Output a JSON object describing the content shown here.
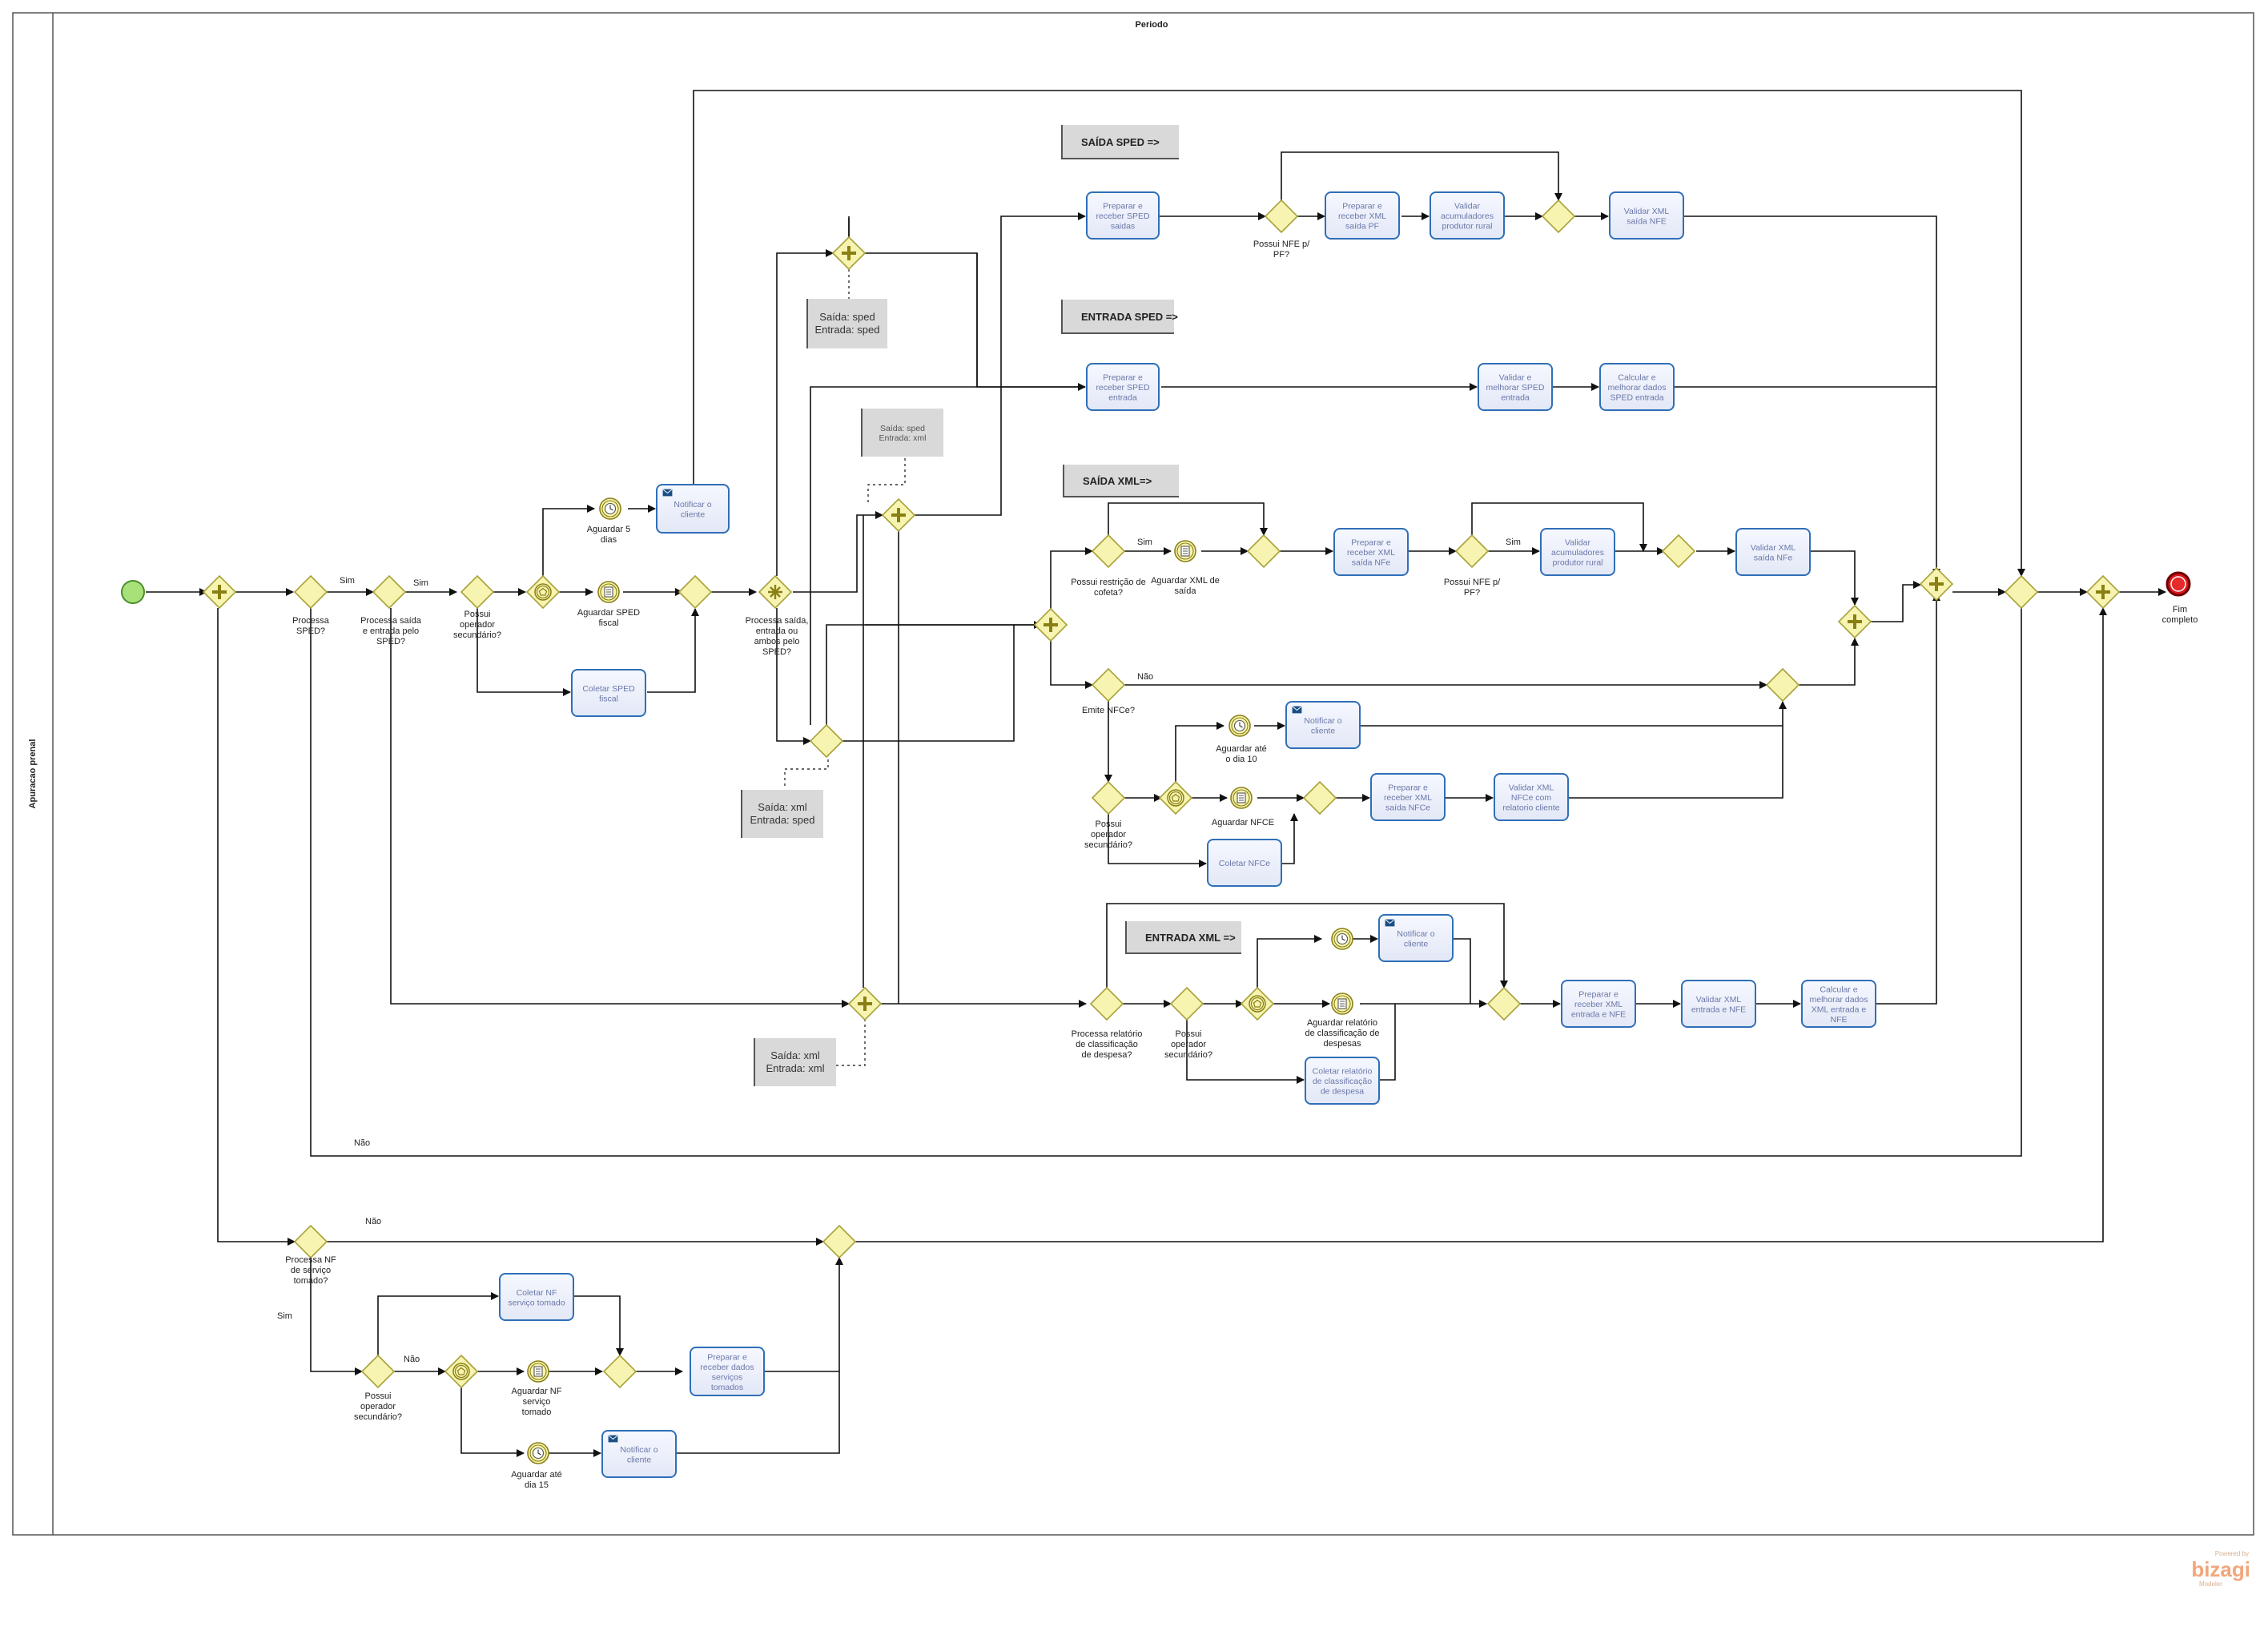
{
  "diagram": {
    "pool_title": "Agrupamento Período",
    "lane_title": "Periodo",
    "vertical_lane": "Apuracao prenal",
    "brand": {
      "powered": "Powered by",
      "name": "bizagi",
      "product": "Modeler"
    },
    "colors": {
      "task_fill": "#eef1fb",
      "task_stroke": "#2f6fb7",
      "gateway_fill": "#f6f4b0",
      "gateway_stroke": "#a9a23a",
      "start": "#9ed96e",
      "end": "#d9161b",
      "artifact": "#d9d9d9"
    }
  },
  "headers": {
    "saida_sped": "SAÍDA SPED =>",
    "entrada_sped": "ENTRADA SPED =>",
    "saida_xml": "SAÍDA XML=>",
    "entrada_xml": "ENTRADA XML =>"
  },
  "artifacts": {
    "a1": [
      "Saída: sped",
      "Entrada: sped"
    ],
    "a2": [
      "Saída: sped",
      "Entrada: xml"
    ],
    "a3": [
      "Saída: xml",
      "Entrada: sped"
    ],
    "a4": [
      "Saída: xml",
      "Entrada: xml"
    ]
  },
  "tasks": {
    "t_sped_saidas": [
      "Preparar e",
      "receber SPED",
      "saidas"
    ],
    "t_xml_pf": [
      "Preparar e",
      "receber XML",
      "saída PF"
    ],
    "t_acum_pr1": [
      "Validar",
      "acumuladores",
      "produtor rural"
    ],
    "t_val_xml_nfe1": [
      "Validar XML",
      "saída NFE"
    ],
    "t_sped_entrada": [
      "Preparar e",
      "receber SPED",
      "entrada"
    ],
    "t_val_sped_ent": [
      "Validar e",
      "melhorar SPED",
      "entrada"
    ],
    "t_calc_sped_ent": [
      "Calcular e",
      "melhorar dados",
      "SPED entrada"
    ],
    "t_notificar1": [
      "Notificar o",
      "cliente"
    ],
    "t_coletar_sped": [
      "Coletar SPED",
      "fiscal"
    ],
    "t_xml_nfe": [
      "Preparar e",
      "receber XML",
      "saída NFe"
    ],
    "t_acum_pr2": [
      "Validar",
      "acumuladores",
      "produtor rural"
    ],
    "t_val_xml_nfe2": [
      "Validar XML",
      "saída NFe"
    ],
    "t_notificar2": [
      "Notificar o",
      "cliente"
    ],
    "t_xml_nfce": [
      "Preparar e",
      "receber XML",
      "saída NFCe"
    ],
    "t_val_nfce": [
      "Validar XML",
      "NFCe com",
      "relatorio cliente"
    ],
    "t_coletar_nfce": [
      "Coletar NFCe"
    ],
    "t_notificar3": [
      "Notificar o",
      "cliente"
    ],
    "t_coletar_rel": [
      "Coletar relatório",
      "de classificação",
      "de despesa"
    ],
    "t_xml_ent_nfe": [
      "Preparar e",
      "receber XML",
      "entrada e NFE"
    ],
    "t_val_xml_ent": [
      "Validar XML",
      "entrada e NFE"
    ],
    "t_calc_xml_ent": [
      "Calcular e",
      "melhorar dados",
      "XML entrada e",
      "NFE"
    ],
    "t_coletar_nf": [
      "Coletar NF",
      "serviço tomado"
    ],
    "t_prep_serv": [
      "Preparar e",
      "receber dados",
      "serviços",
      "tomados"
    ],
    "t_notificar4": [
      "Notificar o",
      "cliente"
    ]
  },
  "labels": {
    "g_sped": [
      "Processa",
      "SPED?"
    ],
    "g_saida_entrada": [
      "Processa saída",
      "e entrada pelo",
      "SPED?"
    ],
    "g_operador1": [
      "Possui",
      "operador",
      "secundário?"
    ],
    "g_processa_saida": [
      "Processa saída,",
      "entrada ou",
      "ambos pelo",
      "SPED?"
    ],
    "g_nfe_pf1": [
      "Possui NFE p/",
      "PF?"
    ],
    "g_restricao": [
      "Possui restrição de",
      "cofeta?"
    ],
    "g_nfe_pf2": [
      "Possui NFE p/",
      "PF?"
    ],
    "g_emite_nfce": [
      "Emite NFCe?"
    ],
    "g_operador2": [
      "Possui",
      "operador",
      "secundário?"
    ],
    "g_relatorio": [
      "Processa relatório",
      "de classificação",
      "de despesa?"
    ],
    "g_operador3": [
      "Possui",
      "operador",
      "secundário?"
    ],
    "g_nf_servico": [
      "Processa NF",
      "de serviço",
      "tomado?"
    ],
    "g_operador4": [
      "Possui",
      "operador",
      "secundário?"
    ],
    "e_5dias": [
      "Aguardar 5",
      "dias"
    ],
    "e_sped_fiscal": [
      "Aguardar SPED",
      "fiscal"
    ],
    "e_xml_saida": [
      "Aguardar XML de",
      "saída"
    ],
    "e_dia10": [
      "Aguardar até",
      "o dia 10"
    ],
    "e_nfce": [
      "Aguardar NFCE"
    ],
    "e_relatorio": [
      "Aguardar relatório",
      "de classificação de",
      "despesas"
    ],
    "e_nf_servico": [
      "Aguardar NF",
      "serviço",
      "tomado"
    ],
    "e_dia15": [
      "Aguardar até",
      "dia 15"
    ],
    "end": [
      "Fim",
      "completo"
    ],
    "sim1": "Sim",
    "sim2": "Sim",
    "sim3": "Sim",
    "sim4": "Sim",
    "sim5": "Sim",
    "nao1": "Não",
    "nao2": "Não",
    "nao3": "Não",
    "nao4": "Não"
  }
}
